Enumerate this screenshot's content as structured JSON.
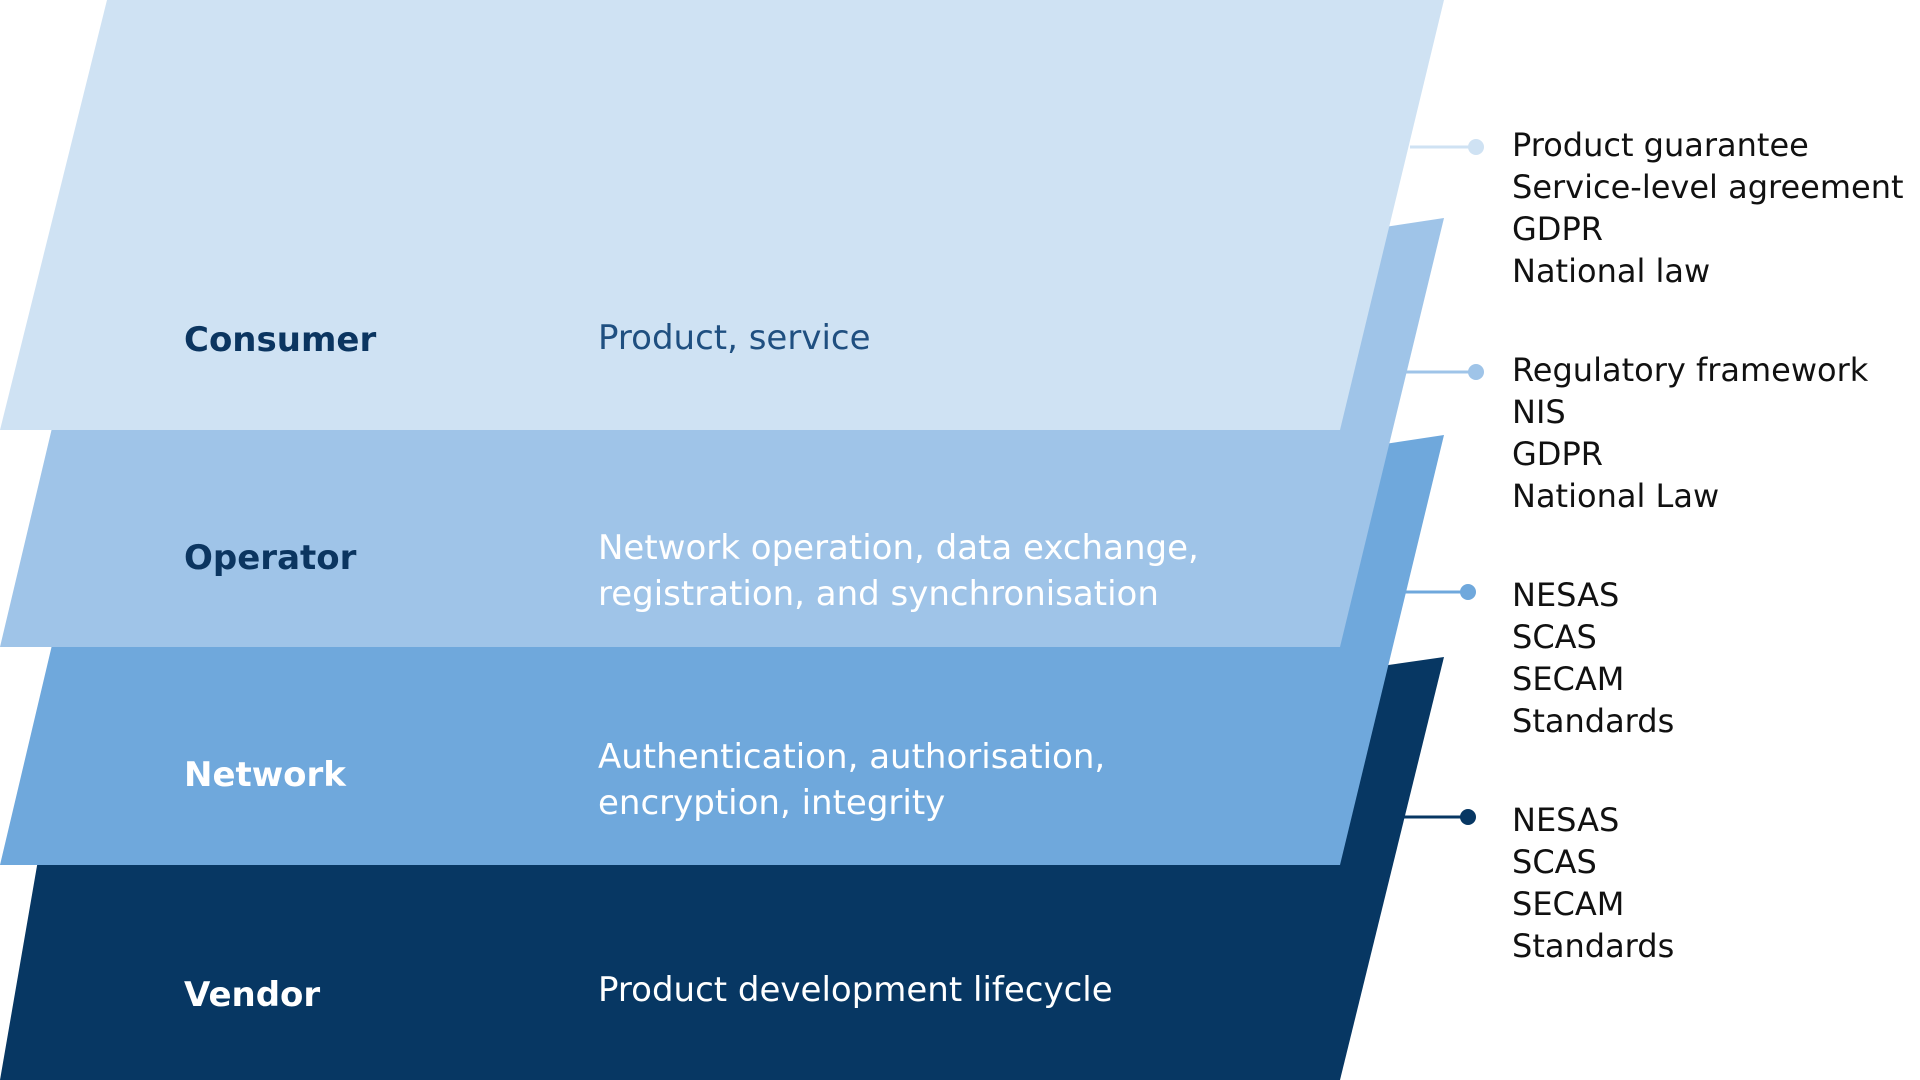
{
  "layers": [
    {
      "id": "consumer",
      "name": "Consumer",
      "description": [
        "Product, service"
      ],
      "fill": "#cfe2f3",
      "name_color": "#0b3560",
      "desc_color": "#1f4f80",
      "dot_color": "#cfe2f3",
      "references": [
        "Product guarantee",
        "Service-level agreement",
        "GDPR",
        "National law"
      ]
    },
    {
      "id": "operator",
      "name": "Operator",
      "description": [
        "Network operation, data exchange,",
        "registration, and synchronisation"
      ],
      "fill": "#9fc4e8",
      "name_color": "#0b3560",
      "desc_color": "#ffffff",
      "dot_color": "#9fc4e8",
      "references": [
        "Regulatory framework",
        "NIS",
        "GDPR",
        "National Law"
      ]
    },
    {
      "id": "network",
      "name": "Network",
      "description": [
        "Authentication, authorisation,",
        "encryption, integrity"
      ],
      "fill": "#6fa8dc",
      "name_color": "#ffffff",
      "desc_color": "#ffffff",
      "dot_color": "#6fa8dc",
      "references": [
        "NESAS",
        "SCAS",
        "SECAM",
        "Standards"
      ]
    },
    {
      "id": "vendor",
      "name": "Vendor",
      "description": [
        "Product development lifecycle"
      ],
      "fill": "#073763",
      "name_color": "#ffffff",
      "desc_color": "#ffffff",
      "dot_color": "#073763",
      "references": [
        "NESAS",
        "SCAS",
        "SECAM",
        "Standards"
      ]
    }
  ]
}
